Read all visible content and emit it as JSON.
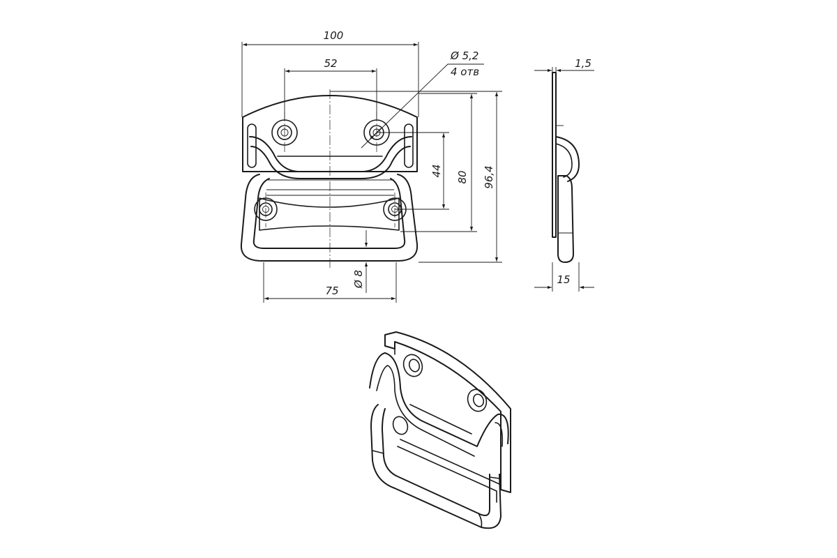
{
  "dimensions": {
    "overall_width": "100",
    "hole_spacing_top": "52",
    "hole_diameter": "Ø 5,2",
    "hole_count": "4 отв",
    "hole_vertical_spacing": "44",
    "height_80": "80",
    "height_overall": "96,4",
    "handle_span": "75",
    "rod_diameter": "Ø 8",
    "plate_thickness": "1,5",
    "depth": "15"
  }
}
